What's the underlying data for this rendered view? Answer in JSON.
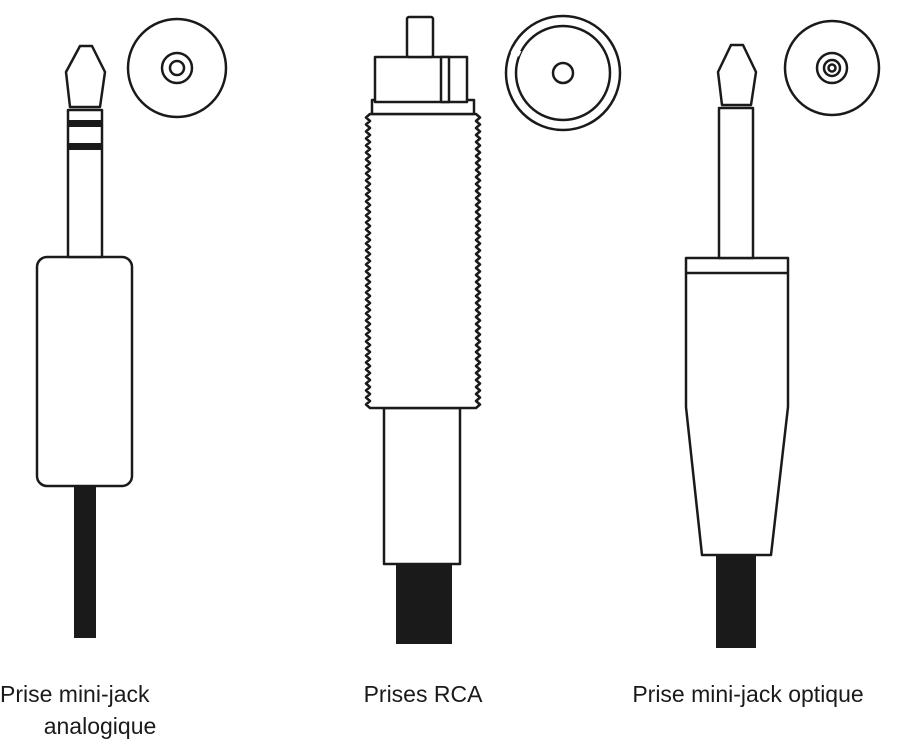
{
  "colors": {
    "stroke": "#1a1a1a",
    "fill": "#ffffff",
    "cable": "#1a1a1a"
  },
  "connectors": [
    {
      "id": "analog",
      "caption_lines": [
        "Prise mini-jack",
        "analogique"
      ]
    },
    {
      "id": "rca",
      "caption_lines": [
        "Prises RCA"
      ]
    },
    {
      "id": "optical",
      "caption_lines": [
        "Prise mini-jack optique"
      ]
    }
  ]
}
